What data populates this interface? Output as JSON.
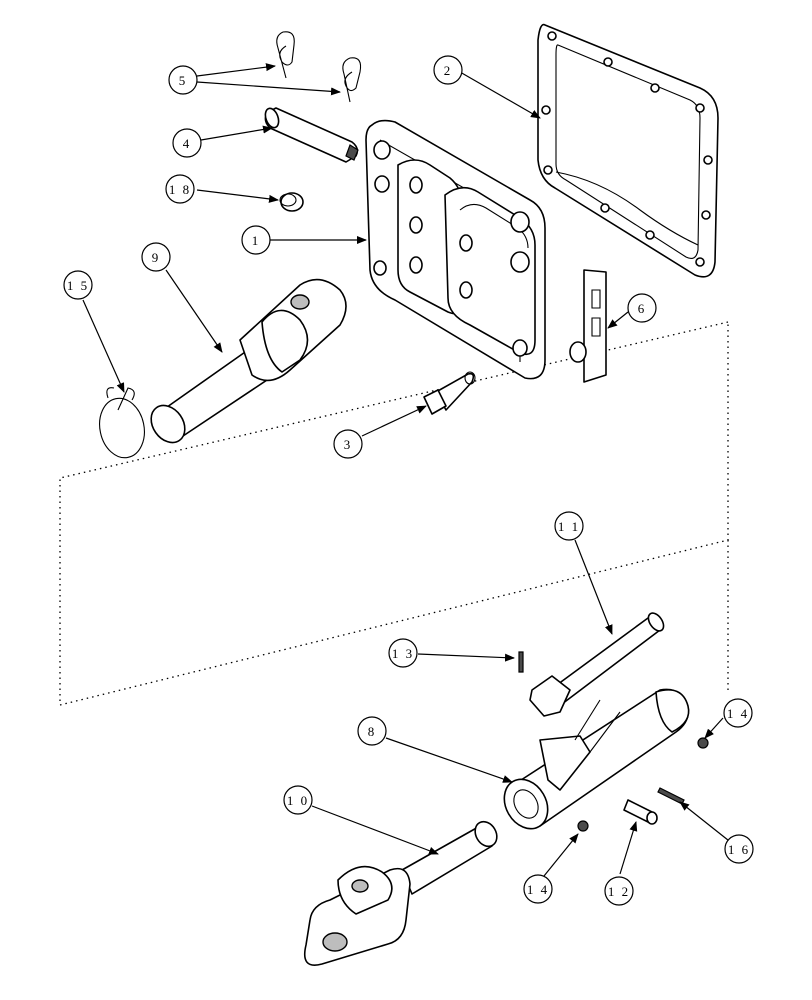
{
  "callouts": [
    {
      "id": "c1",
      "label": "1"
    },
    {
      "id": "c2",
      "label": "2"
    },
    {
      "id": "c3",
      "label": "3"
    },
    {
      "id": "c4",
      "label": "4"
    },
    {
      "id": "c5",
      "label": "5"
    },
    {
      "id": "c6",
      "label": "6"
    },
    {
      "id": "c8",
      "label": "8"
    },
    {
      "id": "c9",
      "label": "9"
    },
    {
      "id": "c10",
      "label": "1 0"
    },
    {
      "id": "c11",
      "label": "1 1"
    },
    {
      "id": "c12",
      "label": "1 2"
    },
    {
      "id": "c13",
      "label": "1 3"
    },
    {
      "id": "c14a",
      "label": "1 4"
    },
    {
      "id": "c14b",
      "label": "1 4"
    },
    {
      "id": "c15",
      "label": "1 5"
    },
    {
      "id": "c16",
      "label": "1 6"
    },
    {
      "id": "c18",
      "label": "1 8"
    }
  ]
}
